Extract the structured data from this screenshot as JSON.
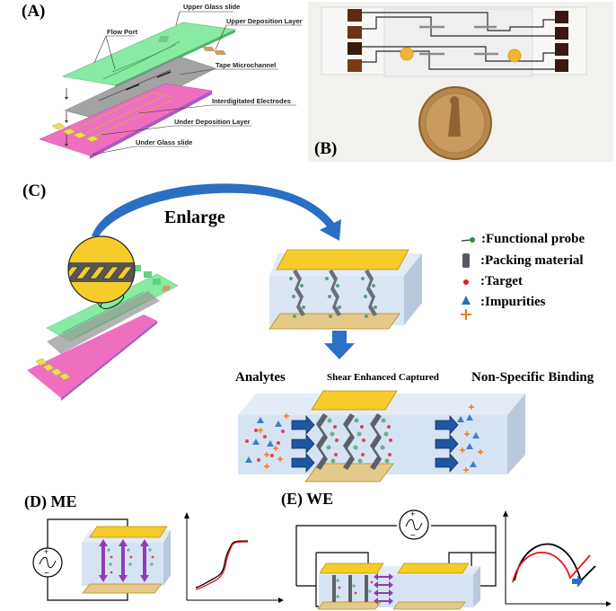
{
  "panels": {
    "a": {
      "label": "(A)",
      "callouts": {
        "upper_glass_slide": "Upper Glass slide",
        "upper_deposition_layer": "Upper Deposition Layer",
        "flow_port": "Flow Port",
        "tape_microchannel": "Tape Microchannel",
        "interdigitated_electrodes": "Interdigitated Electrodes",
        "under_deposition_layer": "Under Deposition Layer",
        "under_glass_slide": "Under Glass slide"
      }
    },
    "b": {
      "label": "(B)"
    },
    "c": {
      "label": "(C)",
      "enlarge": "Enlarge",
      "analytes": "Analytes",
      "shear": "Shear Enhanced Captured",
      "nsb": "Non-Specific Binding",
      "legend": [
        {
          "icon": "functional-probe-icon",
          "text": ":Functional probe"
        },
        {
          "icon": "packing-material-icon",
          "text": ":Packing material"
        },
        {
          "icon": "target-icon",
          "text": ":Target"
        },
        {
          "icon": "impurities-icon",
          "text": ":Impurities"
        }
      ]
    },
    "d": {
      "label": "(D) ME"
    },
    "e": {
      "label": "(E) WE"
    }
  },
  "colors": {
    "upper_glass": "#7de89a",
    "tape": "#9c9c9c",
    "under_glass": "#ee6fc0",
    "gold": "#f6cc2a",
    "gold_under": "#e4c98a",
    "channel": "#d9e6f3",
    "arrow_blue": "#2a72c5",
    "dark_arrow": "#1f4f8f",
    "target_red": "#e0454f",
    "impurity_blue": "#3d7fc9",
    "impurity_orange": "#f07a22",
    "probe_green": "#5aa07c",
    "packing": "#5b6068",
    "purple": "#8e3fb4",
    "curve_red": "#e8141c",
    "curve_black": "#000000"
  }
}
